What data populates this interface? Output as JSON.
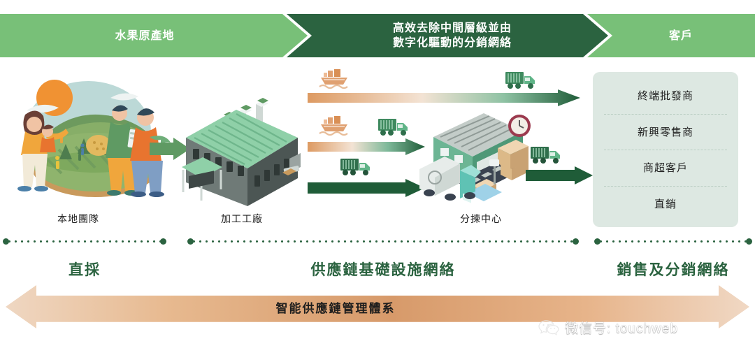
{
  "banner": {
    "segments": [
      {
        "label": "水果原產地",
        "color": "#78c078"
      },
      {
        "label": "高效去除中間層級並由\n數字化驅動的分銷網絡",
        "line1": "高效去除中間層級並由",
        "line2": "數字化驅動的分銷網絡",
        "color": "#2b6340"
      },
      {
        "label": "客戶",
        "color": "#78c078"
      }
    ]
  },
  "stages": [
    {
      "id": "farm",
      "label": "本地團隊",
      "icon": "farm-orchard-team-illustration"
    },
    {
      "id": "factory",
      "label": "加工工廠",
      "icon": "factory-building-icon"
    },
    {
      "id": "sorting",
      "label": "分揀中心",
      "icon": "sorting-center-warehouse-icon"
    }
  ],
  "flows": [
    {
      "id": "flow-1",
      "icons": [
        "cargo-ship-icon",
        "container-truck-icon"
      ],
      "style": "orange-to-green-gradient"
    },
    {
      "id": "flow-2",
      "icons": [
        "cargo-ship-icon",
        "container-truck-icon"
      ],
      "style": "orange-to-green-gradient"
    },
    {
      "id": "flow-3",
      "icons": [
        "container-truck-icon"
      ],
      "style": "solid-green"
    },
    {
      "id": "flow-4",
      "icons": [
        "container-truck-icon"
      ],
      "style": "solid-green"
    }
  ],
  "customers": {
    "items": [
      {
        "label": "終端批發商"
      },
      {
        "label": "新興零售商"
      },
      {
        "label": "商超客戶"
      },
      {
        "label": "直銷"
      }
    ],
    "panel_color": "#dde8e2"
  },
  "sections": [
    {
      "label": "直採"
    },
    {
      "label": "供應鏈基礎設施網絡"
    },
    {
      "label": "銷售及分銷網絡"
    }
  ],
  "bottom_arrow": {
    "label": "智能供應鏈管理體系",
    "direction": "bidirectional",
    "color_start": "#efd7c2",
    "color_mid": "#d79a6a",
    "color_end": "#f0d8c4"
  },
  "watermark": {
    "text": "微信号: touchweb",
    "icon": "wechat-icon"
  },
  "palette": {
    "light_green": "#78c078",
    "dark_green": "#2b6340",
    "mint": "#dde8e2",
    "orange": "#d79a6a"
  }
}
